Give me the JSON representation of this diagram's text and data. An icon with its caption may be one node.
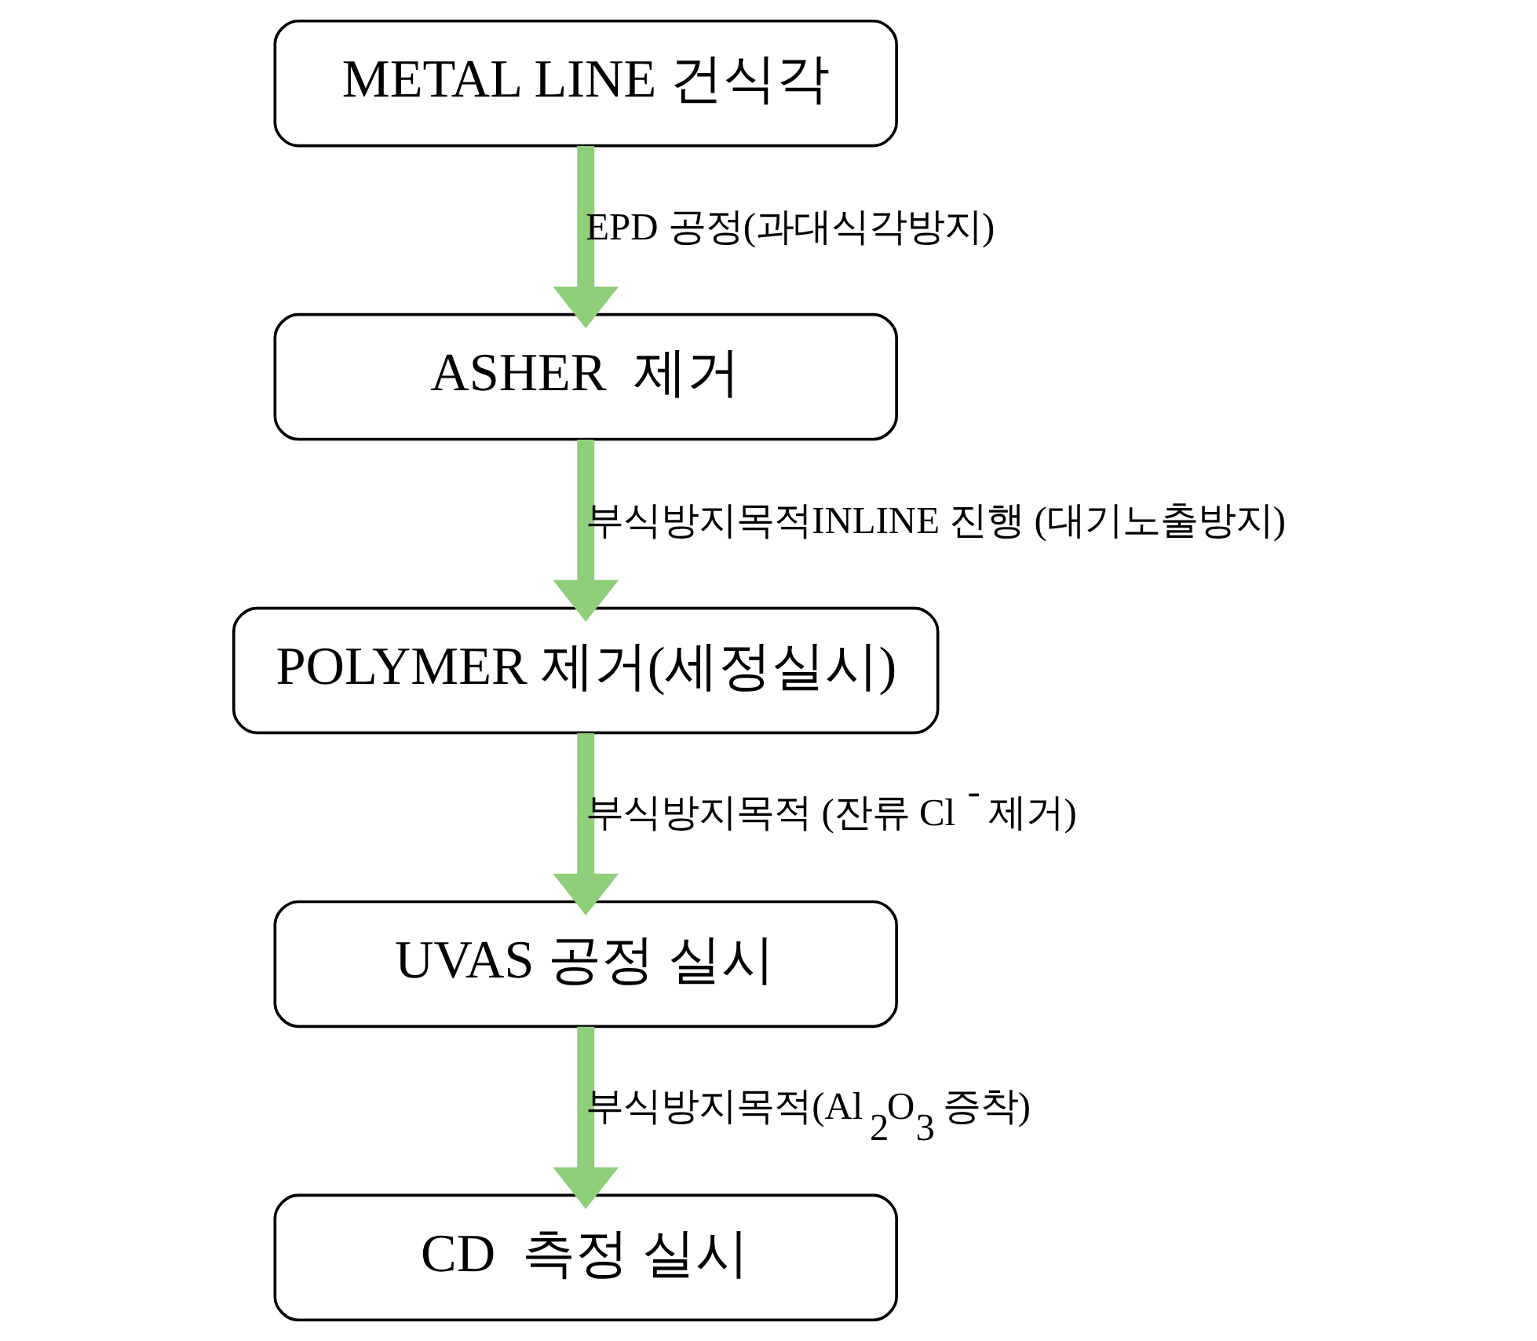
{
  "diagram": {
    "nodes": [
      {
        "text": [
          "METAL LINE 건식각"
        ]
      },
      {
        "text": [
          "ASHER  제거"
        ]
      },
      {
        "text": [
          "POLYMER 제거(세정실시)"
        ]
      },
      {
        "text": [
          "UVAS 공정 실시"
        ]
      },
      {
        "text": [
          "CD  측정 실시"
        ]
      }
    ],
    "edges": [
      {
        "from": 0,
        "to": 1,
        "arrow": "to",
        "label": "EPD 공정(과대식각방지)"
      },
      {
        "from": 1,
        "to": 2,
        "arrow": "to",
        "label": "부식방지목적INLINE 진행 (대기노출방지)"
      },
      {
        "from": 2,
        "to": 3,
        "arrow": "to",
        "label": "부식방지목적 (잔류 Cl$^{-}$ 제거)"
      },
      {
        "from": 3,
        "to": 4,
        "arrow": "to",
        "label": "부식방지목적(Al$_{2}$O$_{3}$ 증착)"
      }
    ]
  }
}
